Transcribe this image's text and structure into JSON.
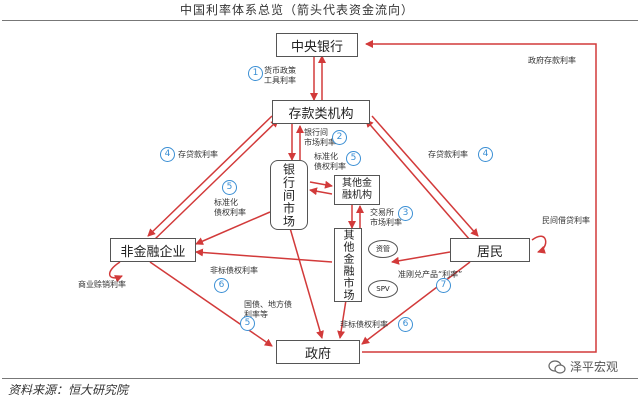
{
  "title": "中国利率体系总览（箭头代表资金流向）",
  "nodes": {
    "central_bank": "中央银行",
    "deposit_inst": "存款类机构",
    "interbank": "银行间市场",
    "other_fin_inst": "其他金融机构",
    "other_fin_market": "其他金融市场",
    "nonfin": "非金融企业",
    "residents": "居民",
    "government": "政府",
    "trust": "资管",
    "spv": "SPV"
  },
  "labels": {
    "policy_rate": "货币政策\n工具利率",
    "interbank_rate": "银行间\n市场利率",
    "standardized_rate": "标准化\n债权利率",
    "deposit_loan_left": "存贷款利率",
    "deposit_loan_right": "存贷款利率",
    "standardized_left": "标准化\n债权利率",
    "exchange_rate": "交易所\n市场利率",
    "folk_loan": "民间借贷利率",
    "quasi_rigid": "准刚兑产品“利率”",
    "nonstd_left": "非标债权利率",
    "nonstd_bottom": "非标债权利率",
    "commercial": "商业赊销利率",
    "govbond": "国债、地方债\n利率等",
    "gov_deposit": "政府存款利率"
  },
  "badges": {
    "b1": "1",
    "b2": "2",
    "b5a": "5",
    "b4l": "4",
    "b4r": "4",
    "b5l": "5",
    "b3": "3",
    "b6l": "6",
    "b7": "7",
    "b5b": "5",
    "b6b": "6"
  },
  "source": "资料来源：恒大研究院",
  "watermark": "泽平宏观",
  "colors": {
    "arrow": "#d23a3a",
    "badge": "#3b8fd4",
    "border": "#555555"
  }
}
